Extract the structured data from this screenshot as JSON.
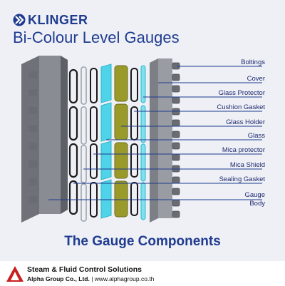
{
  "brand": {
    "name": "KLINGER"
  },
  "title": "Bi-Colour Level Gauges",
  "subtitle": "The Gauge Components",
  "labels": [
    "Boltings",
    "Cover",
    "Glass Protector",
    "Cushion Gasket",
    "Glass Holder",
    "Glass",
    "Mica protector",
    "Mica Shield",
    "Sealing Gasket",
    "Gauge",
    "Body"
  ],
  "footer": {
    "line1": "Steam & Fluid Control Solutions",
    "company": "Alpha Group Co., Ltd.",
    "website": "| www.alphagroup.co.th"
  },
  "colors": {
    "brand_blue": "#1f3b8f",
    "leader_line": "#1f3b8f",
    "body_gray": "#7d7f86",
    "glass_cyan": "#4fd3e8",
    "holder_olive": "#9a9a2a",
    "footer_red": "#c8201e"
  }
}
